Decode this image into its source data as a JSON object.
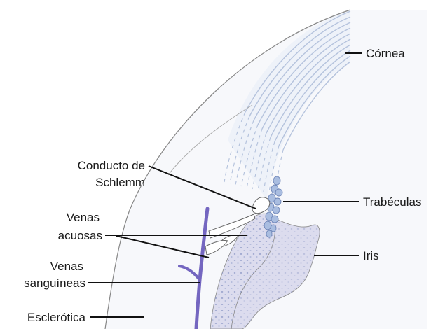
{
  "labels": {
    "cornea": "Córnea",
    "trabeculas": "Trabéculas",
    "iris": "Iris",
    "conducto_line1": "Conducto de",
    "conducto_line2": "Schlemm",
    "venas_acuosas_line1": "Venas",
    "venas_acuosas_line2": "acuosas",
    "venas_sanguineas_line1": "Venas",
    "venas_sanguineas_line2": "sanguíneas",
    "esclerotica": "Esclerótica"
  },
  "colors": {
    "cornea_fill": "#eef2f9",
    "cornea_lines": "#b5c3dd",
    "iris_fill": "#dcdcee",
    "iris_dots": "#8a95c4",
    "trabecula_fill": "#a9bde0",
    "trabecula_edge": "#6f86b8",
    "blood_vessel": "#7466c0",
    "outline": "#555555",
    "leader": "#111111"
  }
}
